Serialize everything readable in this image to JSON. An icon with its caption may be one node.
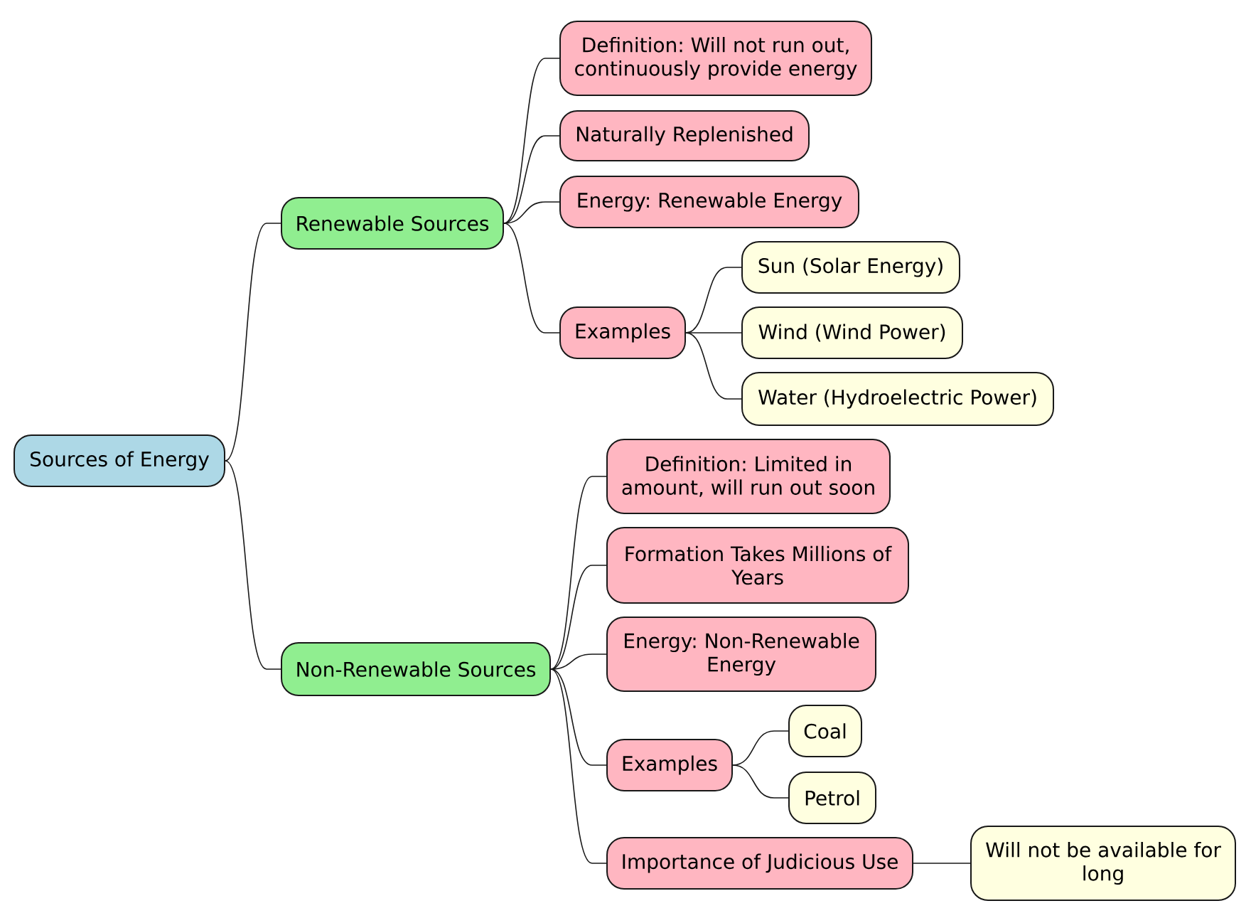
{
  "diagram": {
    "nodes": [
      {
        "text": [
          "Sources of Energy"
        ]
      },
      {
        "text": [
          "Renewable Sources"
        ]
      },
      {
        "text": [
          "Definition: Will not run out, continuously provide energy"
        ]
      },
      {
        "text": [
          "Naturally Replenished"
        ]
      },
      {
        "text": [
          "Energy: Renewable Energy"
        ]
      },
      {
        "text": [
          "Examples"
        ]
      },
      {
        "text": [
          "Sun (Solar Energy)"
        ]
      },
      {
        "text": [
          "Wind (Wind Power)"
        ]
      },
      {
        "text": [
          "Water (Hydroelectric Power)"
        ]
      },
      {
        "text": [
          "Non-Renewable Sources"
        ]
      },
      {
        "text": [
          "Definition: Limited in amount, will run out soon"
        ]
      },
      {
        "text": [
          "Formation Takes Millions of Years"
        ]
      },
      {
        "text": [
          "Energy: Non-Renewable Energy"
        ]
      },
      {
        "text": [
          "Examples"
        ]
      },
      {
        "text": [
          "Coal"
        ]
      },
      {
        "text": [
          "Petrol"
        ]
      },
      {
        "text": [
          "Importance of Judicious Use"
        ]
      },
      {
        "text": [
          "Will not be available for long"
        ]
      }
    ],
    "edges": [
      {
        "from": 0,
        "to": 1,
        "arrow": "none"
      },
      {
        "from": 0,
        "to": 9,
        "arrow": "none"
      },
      {
        "from": 1,
        "to": 2,
        "arrow": "none"
      },
      {
        "from": 1,
        "to": 3,
        "arrow": "none"
      },
      {
        "from": 1,
        "to": 4,
        "arrow": "none"
      },
      {
        "from": 1,
        "to": 5,
        "arrow": "none"
      },
      {
        "from": 5,
        "to": 6,
        "arrow": "none"
      },
      {
        "from": 5,
        "to": 7,
        "arrow": "none"
      },
      {
        "from": 5,
        "to": 8,
        "arrow": "none"
      },
      {
        "from": 9,
        "to": 10,
        "arrow": "none"
      },
      {
        "from": 9,
        "to": 11,
        "arrow": "none"
      },
      {
        "from": 9,
        "to": 12,
        "arrow": "none"
      },
      {
        "from": 9,
        "to": 13,
        "arrow": "none"
      },
      {
        "from": 9,
        "to": 16,
        "arrow": "none"
      },
      {
        "from": 13,
        "to": 14,
        "arrow": "none"
      },
      {
        "from": 13,
        "to": 15,
        "arrow": "none"
      },
      {
        "from": 16,
        "to": 17,
        "arrow": "none"
      }
    ]
  }
}
